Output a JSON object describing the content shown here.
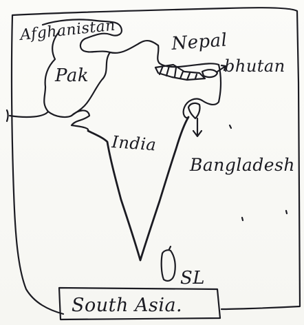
{
  "diagram": {
    "labels": {
      "afghanistan": "Afghanistan",
      "pakistan": "Pak",
      "nepal": "Nepal",
      "bhutan": "bhutan",
      "india": "India",
      "bangladesh": "Bangladesh",
      "sri_lanka": "SL",
      "caption": "South Asia."
    }
  }
}
